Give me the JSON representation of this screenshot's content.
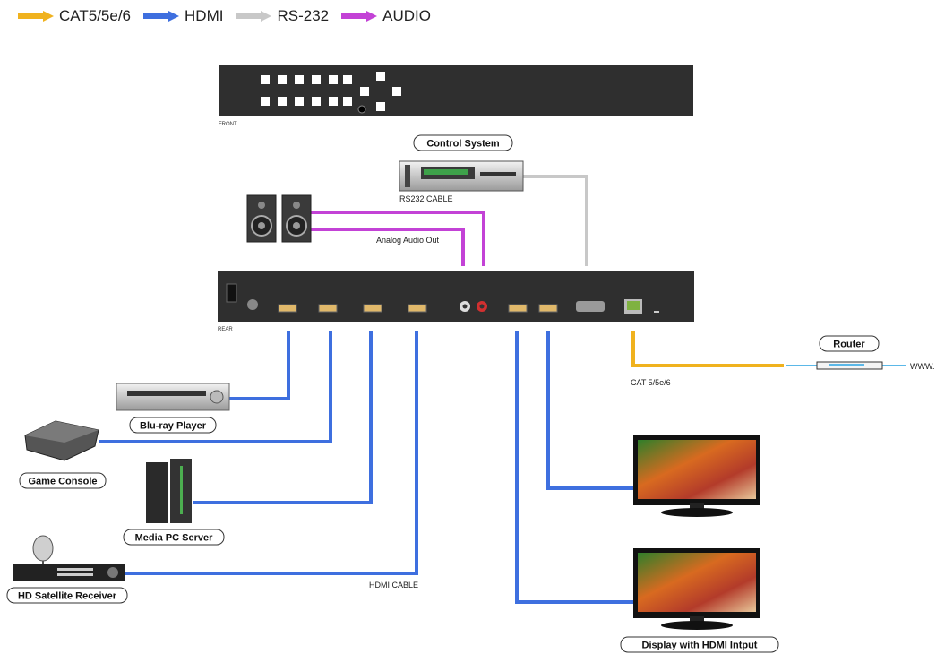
{
  "legend": [
    {
      "label": "CAT5/5e/6",
      "color": "#f0b21e"
    },
    {
      "label": "HDMI",
      "color": "#3e6fdf"
    },
    {
      "label": "RS-232",
      "color": "#c8c8c8"
    },
    {
      "label": "AUDIO",
      "color": "#c342d6"
    }
  ],
  "matrix": {
    "front_label": "FRONT",
    "rear_label": "REAR"
  },
  "devices": {
    "control_system": "Control System",
    "router": "Router",
    "bluray": "Blu-ray Player",
    "game_console": "Game Console",
    "media_pc": "Media PC Server",
    "satellite": "HD Satellite Receiver",
    "display": "Display with HDMI Intput"
  },
  "cables": {
    "rs232": "RS232 CABLE",
    "audio": "Analog Audio Out",
    "cat": "CAT 5/5e/6",
    "www": "WWW.",
    "hdmi": "HDMI CABLE"
  },
  "colors": {
    "cat": "#f0b21e",
    "hdmi": "#3e6fdf",
    "rs232": "#c8c8c8",
    "audio": "#c342d6",
    "chassis": "#2f2f2f"
  }
}
